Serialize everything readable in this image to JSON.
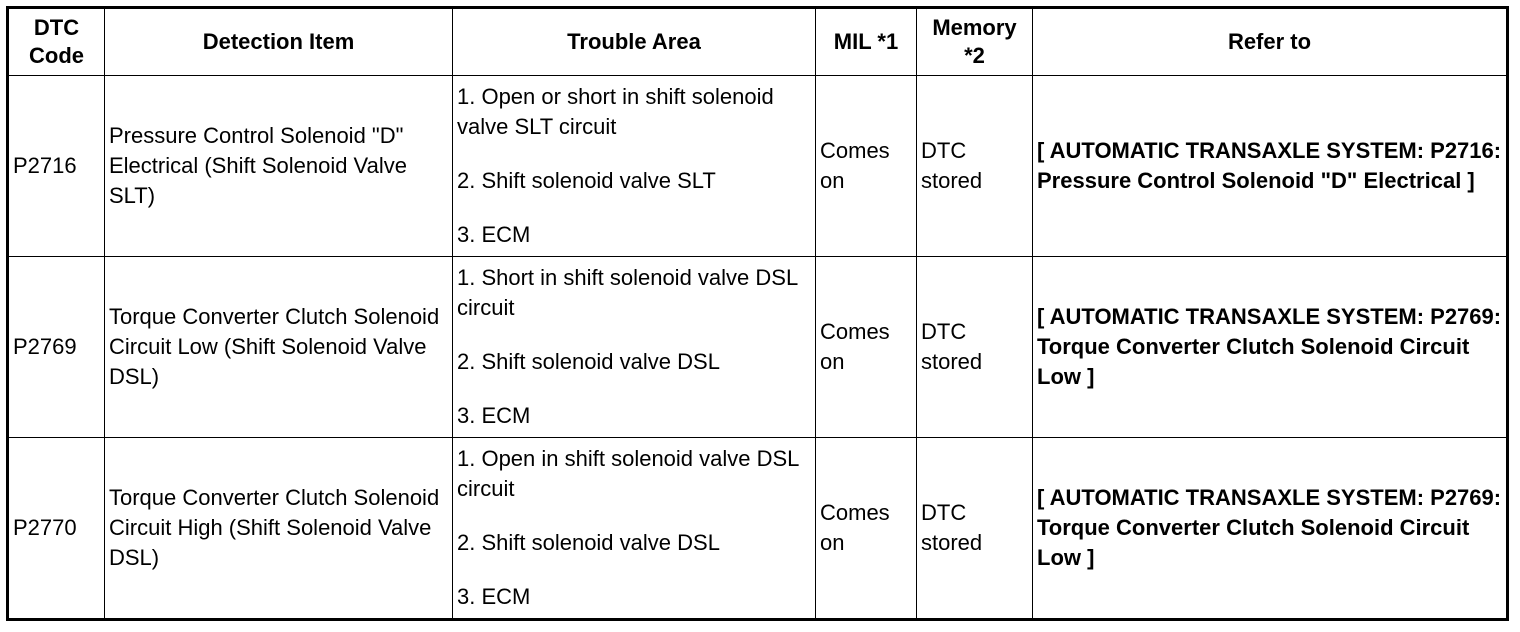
{
  "table": {
    "headers": {
      "code": [
        "DTC",
        "Code"
      ],
      "detection": "Detection Item",
      "trouble": "Trouble Area",
      "mil": "MIL *1",
      "memory": [
        "Memory",
        "*2"
      ],
      "refer": "Refer to"
    },
    "rows": [
      {
        "code": "P2716",
        "detection": "Pressure Control Solenoid \"D\" Electrical (Shift Solenoid Valve SLT)",
        "trouble": [
          "1. Open or short in shift solenoid valve SLT circuit",
          "2. Shift solenoid valve SLT",
          "3. ECM"
        ],
        "mil": "Comes on",
        "memory": "DTC stored",
        "refer": "[ AUTOMATIC TRANSAXLE SYSTEM: P2716: Pressure Control Solenoid \"D\" Electrical ]"
      },
      {
        "code": "P2769",
        "detection": "Torque Converter Clutch Solenoid Circuit Low (Shift Solenoid Valve DSL)",
        "trouble": [
          "1. Short in shift solenoid valve DSL circuit",
          "2. Shift solenoid valve DSL",
          "3. ECM"
        ],
        "mil": "Comes on",
        "memory": "DTC stored",
        "refer": "[ AUTOMATIC TRANSAXLE SYSTEM: P2769: Torque Converter Clutch Solenoid Circuit Low ]"
      },
      {
        "code": "P2770",
        "detection": "Torque Converter Clutch Solenoid Circuit High (Shift Solenoid Valve DSL)",
        "trouble": [
          "1. Open in shift solenoid valve DSL circuit",
          "2. Shift solenoid valve DSL",
          "3. ECM"
        ],
        "mil": "Comes on",
        "memory": "DTC stored",
        "refer": "[ AUTOMATIC TRANSAXLE SYSTEM: P2769: Torque Converter Clutch Solenoid Circuit Low ]"
      }
    ]
  }
}
